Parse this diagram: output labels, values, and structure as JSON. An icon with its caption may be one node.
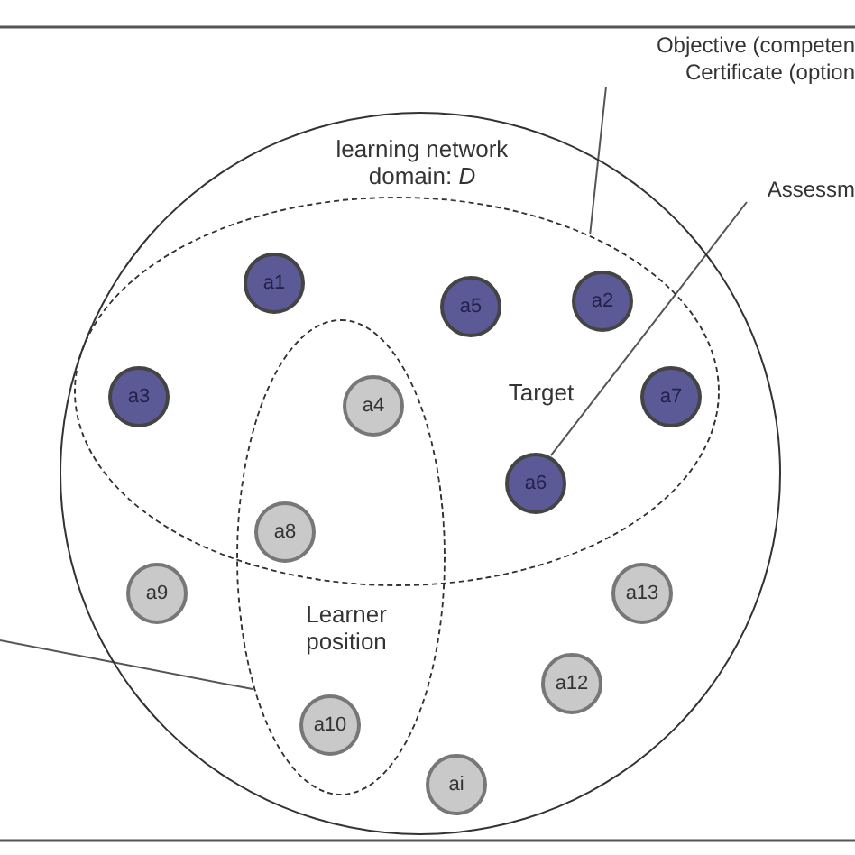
{
  "diagram": {
    "nodes": [
      {
        "text": [
          "Objective (competen",
          "Certificate (option"
        ]
      },
      {
        "text": [
          "Assessm"
        ]
      },
      {
        "text": [
          "learning network domain: *D*"
        ]
      },
      {
        "text": [
          "Target"
        ],
        "in": 2
      },
      {
        "text": [
          "Learner position"
        ],
        "in": 2
      },
      {
        "text": [
          "a1"
        ],
        "in": 3
      },
      {
        "text": [
          "a5"
        ],
        "in": 3
      },
      {
        "text": [
          "a2"
        ],
        "in": 3
      },
      {
        "text": [
          "a3"
        ],
        "in": 3
      },
      {
        "text": [
          "a4"
        ]
      },
      {
        "text": [
          "a7"
        ],
        "in": 3
      },
      {
        "text": [
          "a6"
        ],
        "in": 3
      },
      {
        "text": [
          "a8"
        ]
      },
      {
        "text": [
          "a9"
        ],
        "in": 2
      },
      {
        "text": [
          "a13"
        ],
        "in": 2
      },
      {
        "text": [
          "a12"
        ],
        "in": 2
      },
      {
        "text": [
          "a10"
        ],
        "in": 4
      },
      {
        "text": [
          "ai"
        ],
        "in": 2
      }
    ],
    "edges": [
      {
        "from": 0,
        "to": 3,
        "arrow": "none"
      },
      {
        "from": 1,
        "to": 11,
        "arrow": "none"
      },
      {
        "from": null,
        "to": 4,
        "arrow": "none"
      }
    ]
  }
}
